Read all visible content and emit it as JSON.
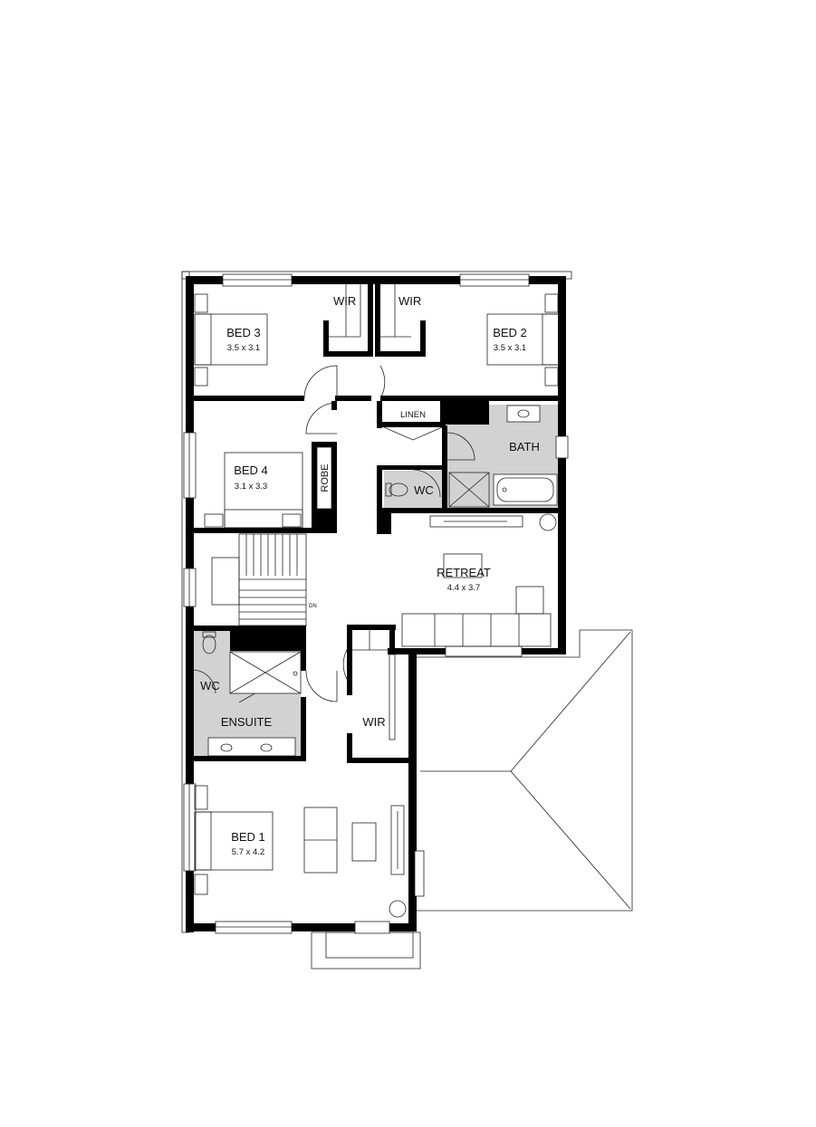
{
  "rooms": {
    "bed3": {
      "name": "BED 3",
      "size": "3.5 x 3.1"
    },
    "bed2": {
      "name": "BED 2",
      "size": "3.5 x 3.1"
    },
    "bed4": {
      "name": "BED 4",
      "size": "3.1 x 3.3"
    },
    "bed1": {
      "name": "BED 1",
      "size": "5.7 x 4.2"
    },
    "retreat": {
      "name": "RETREAT",
      "size": "4.4 x 3.7"
    },
    "wir_bed3": "WIR",
    "wir_bed2": "WIR",
    "wir_bed1": "WIR",
    "linen": "LINEN",
    "bath": "BATH",
    "wc_main": "WC",
    "wc_ensuite": "WC",
    "ensuite": "ENSUITE",
    "robe": "ROBE",
    "stair_dn": "DN"
  },
  "colors": {
    "wall": "#000000",
    "wet_area": "#d2d2d2",
    "background": "#ffffff"
  }
}
